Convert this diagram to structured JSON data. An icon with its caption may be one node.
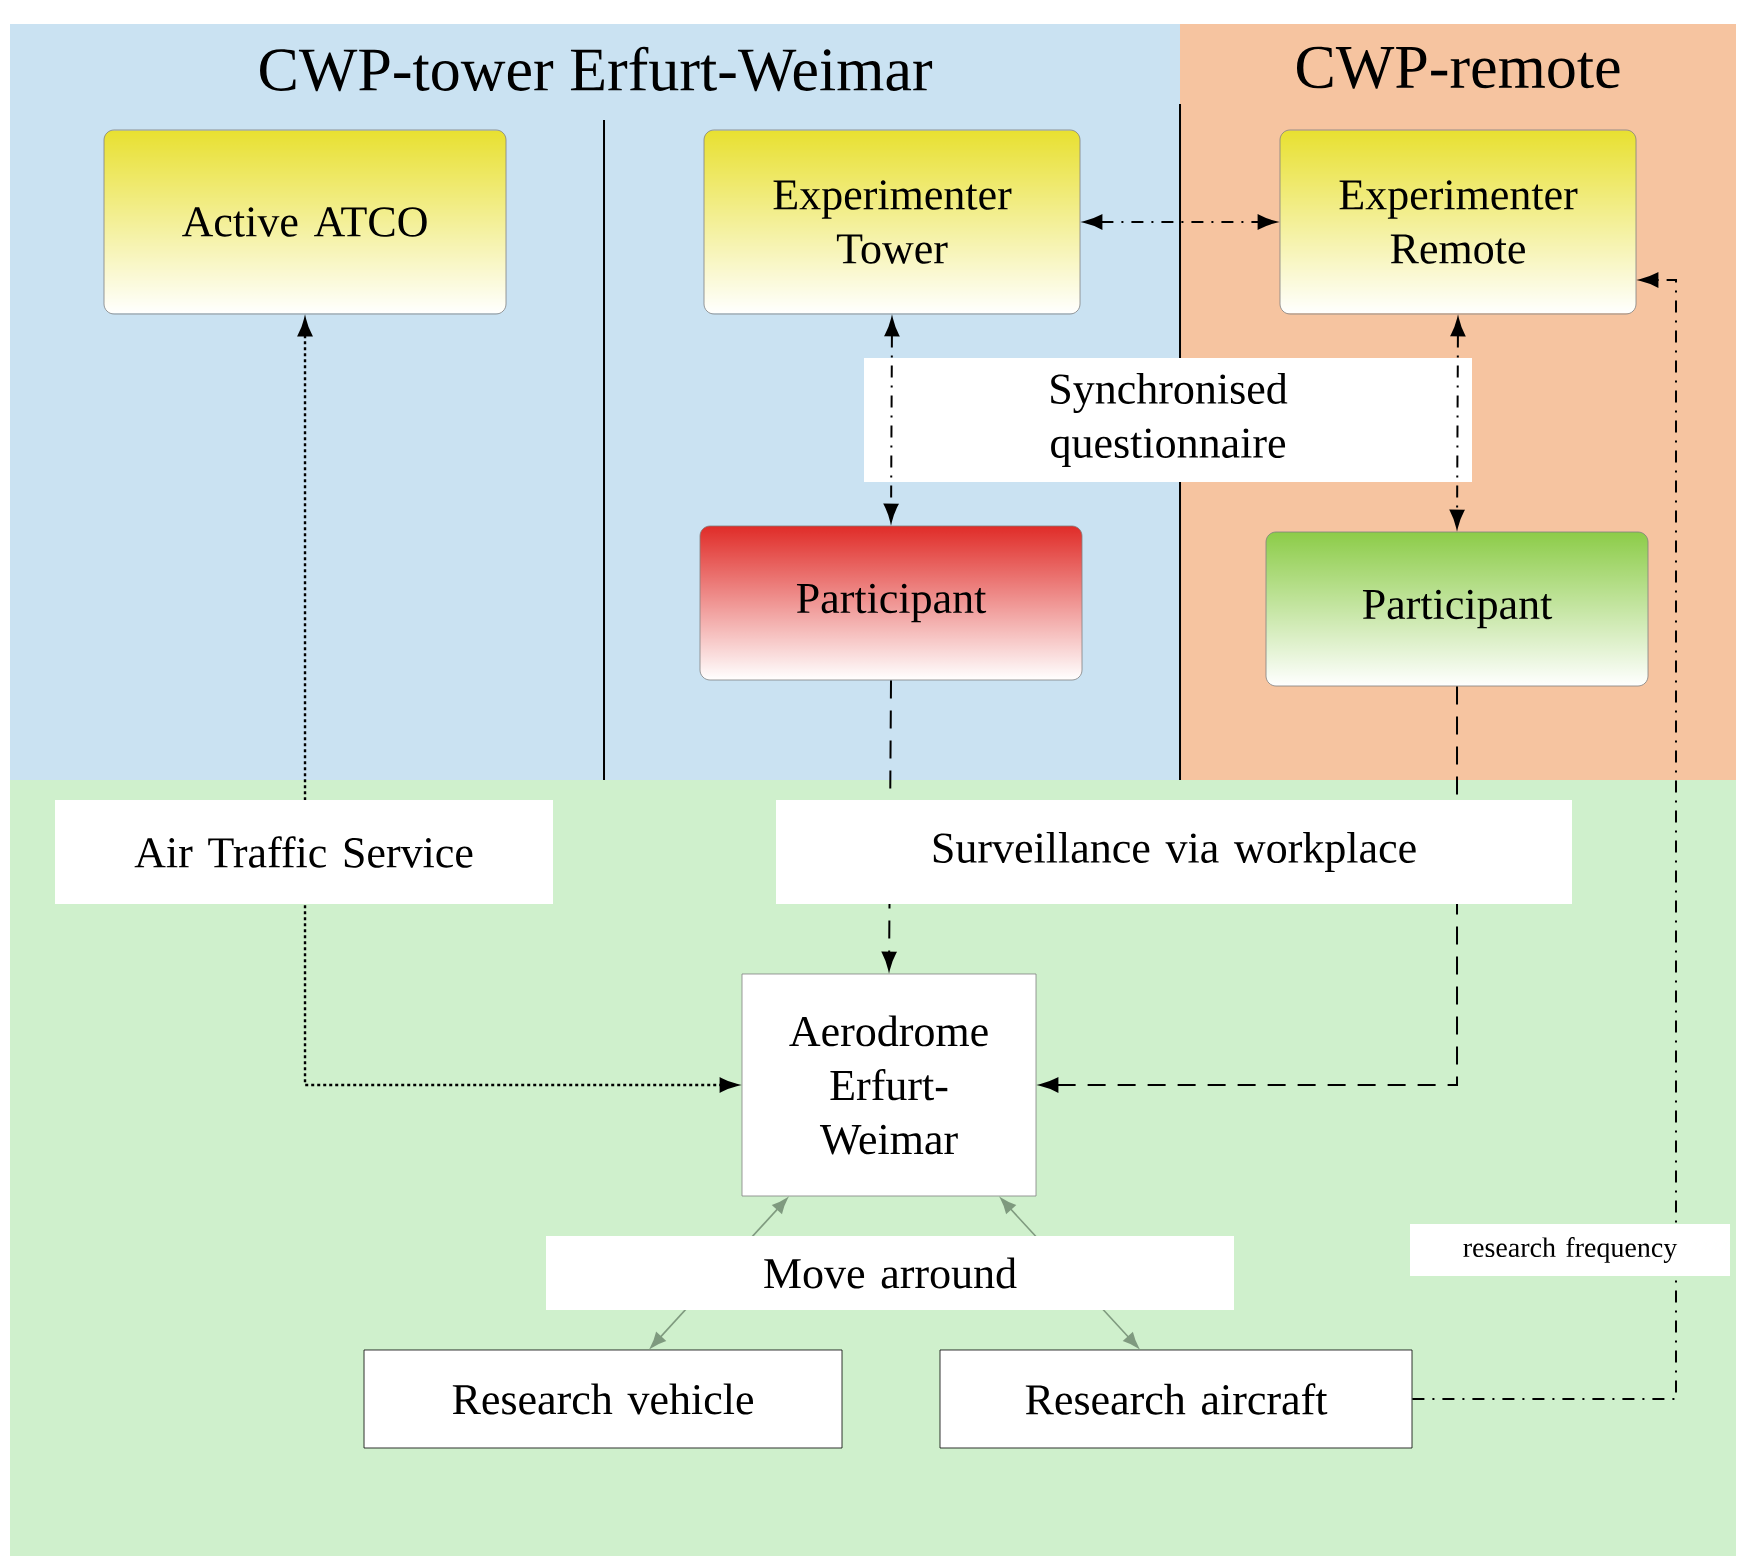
{
  "diagram": {
    "nodes": [
      {
        "text": [
          "CWP-tower Erfurt-Weimar"
        ]
      },
      {
        "text": [
          "CWP-remote"
        ]
      },
      {
        "text": [
          "Active ATCO"
        ],
        "in": 0
      },
      {
        "text": [
          "Experimenter Tower"
        ],
        "in": 0
      },
      {
        "text": [
          "Experimenter Remote"
        ],
        "in": 1
      },
      {
        "text": [
          "Participant"
        ],
        "in": 0
      },
      {
        "text": [
          "Participant"
        ],
        "in": 1
      },
      {
        "text": [
          "Aerodrome Erfurt-Weimar"
        ]
      },
      {
        "text": [
          "Research vehicle"
        ]
      },
      {
        "text": [
          "Research aircraft"
        ]
      }
    ],
    "edges": [
      {
        "from": 2,
        "to": 7,
        "arrow": "both",
        "style": "dashed",
        "label": "Air Traffic Service"
      },
      {
        "from": 3,
        "to": 4,
        "arrow": "both",
        "style": "dashed"
      },
      {
        "from": 3,
        "to": 5,
        "arrow": "both",
        "style": "dashed",
        "label": "Synchronised questionnaire"
      },
      {
        "from": 4,
        "to": 6,
        "arrow": "both",
        "style": "dashed"
      },
      {
        "from": 5,
        "to": 7,
        "arrow": "to",
        "style": "dashed",
        "label": "Surveillance via workplace"
      },
      {
        "from": 6,
        "to": 7,
        "arrow": "to",
        "style": "dashed"
      },
      {
        "from": 7,
        "to": 8,
        "arrow": "both",
        "color": "#7f9a7f",
        "label": "Move arround"
      },
      {
        "from": 7,
        "to": 9,
        "arrow": "both",
        "color": "#7f9a7f"
      },
      {
        "from": 9,
        "to": 4,
        "arrow": "to",
        "style": "dashed",
        "label": "research frequency"
      }
    ]
  }
}
